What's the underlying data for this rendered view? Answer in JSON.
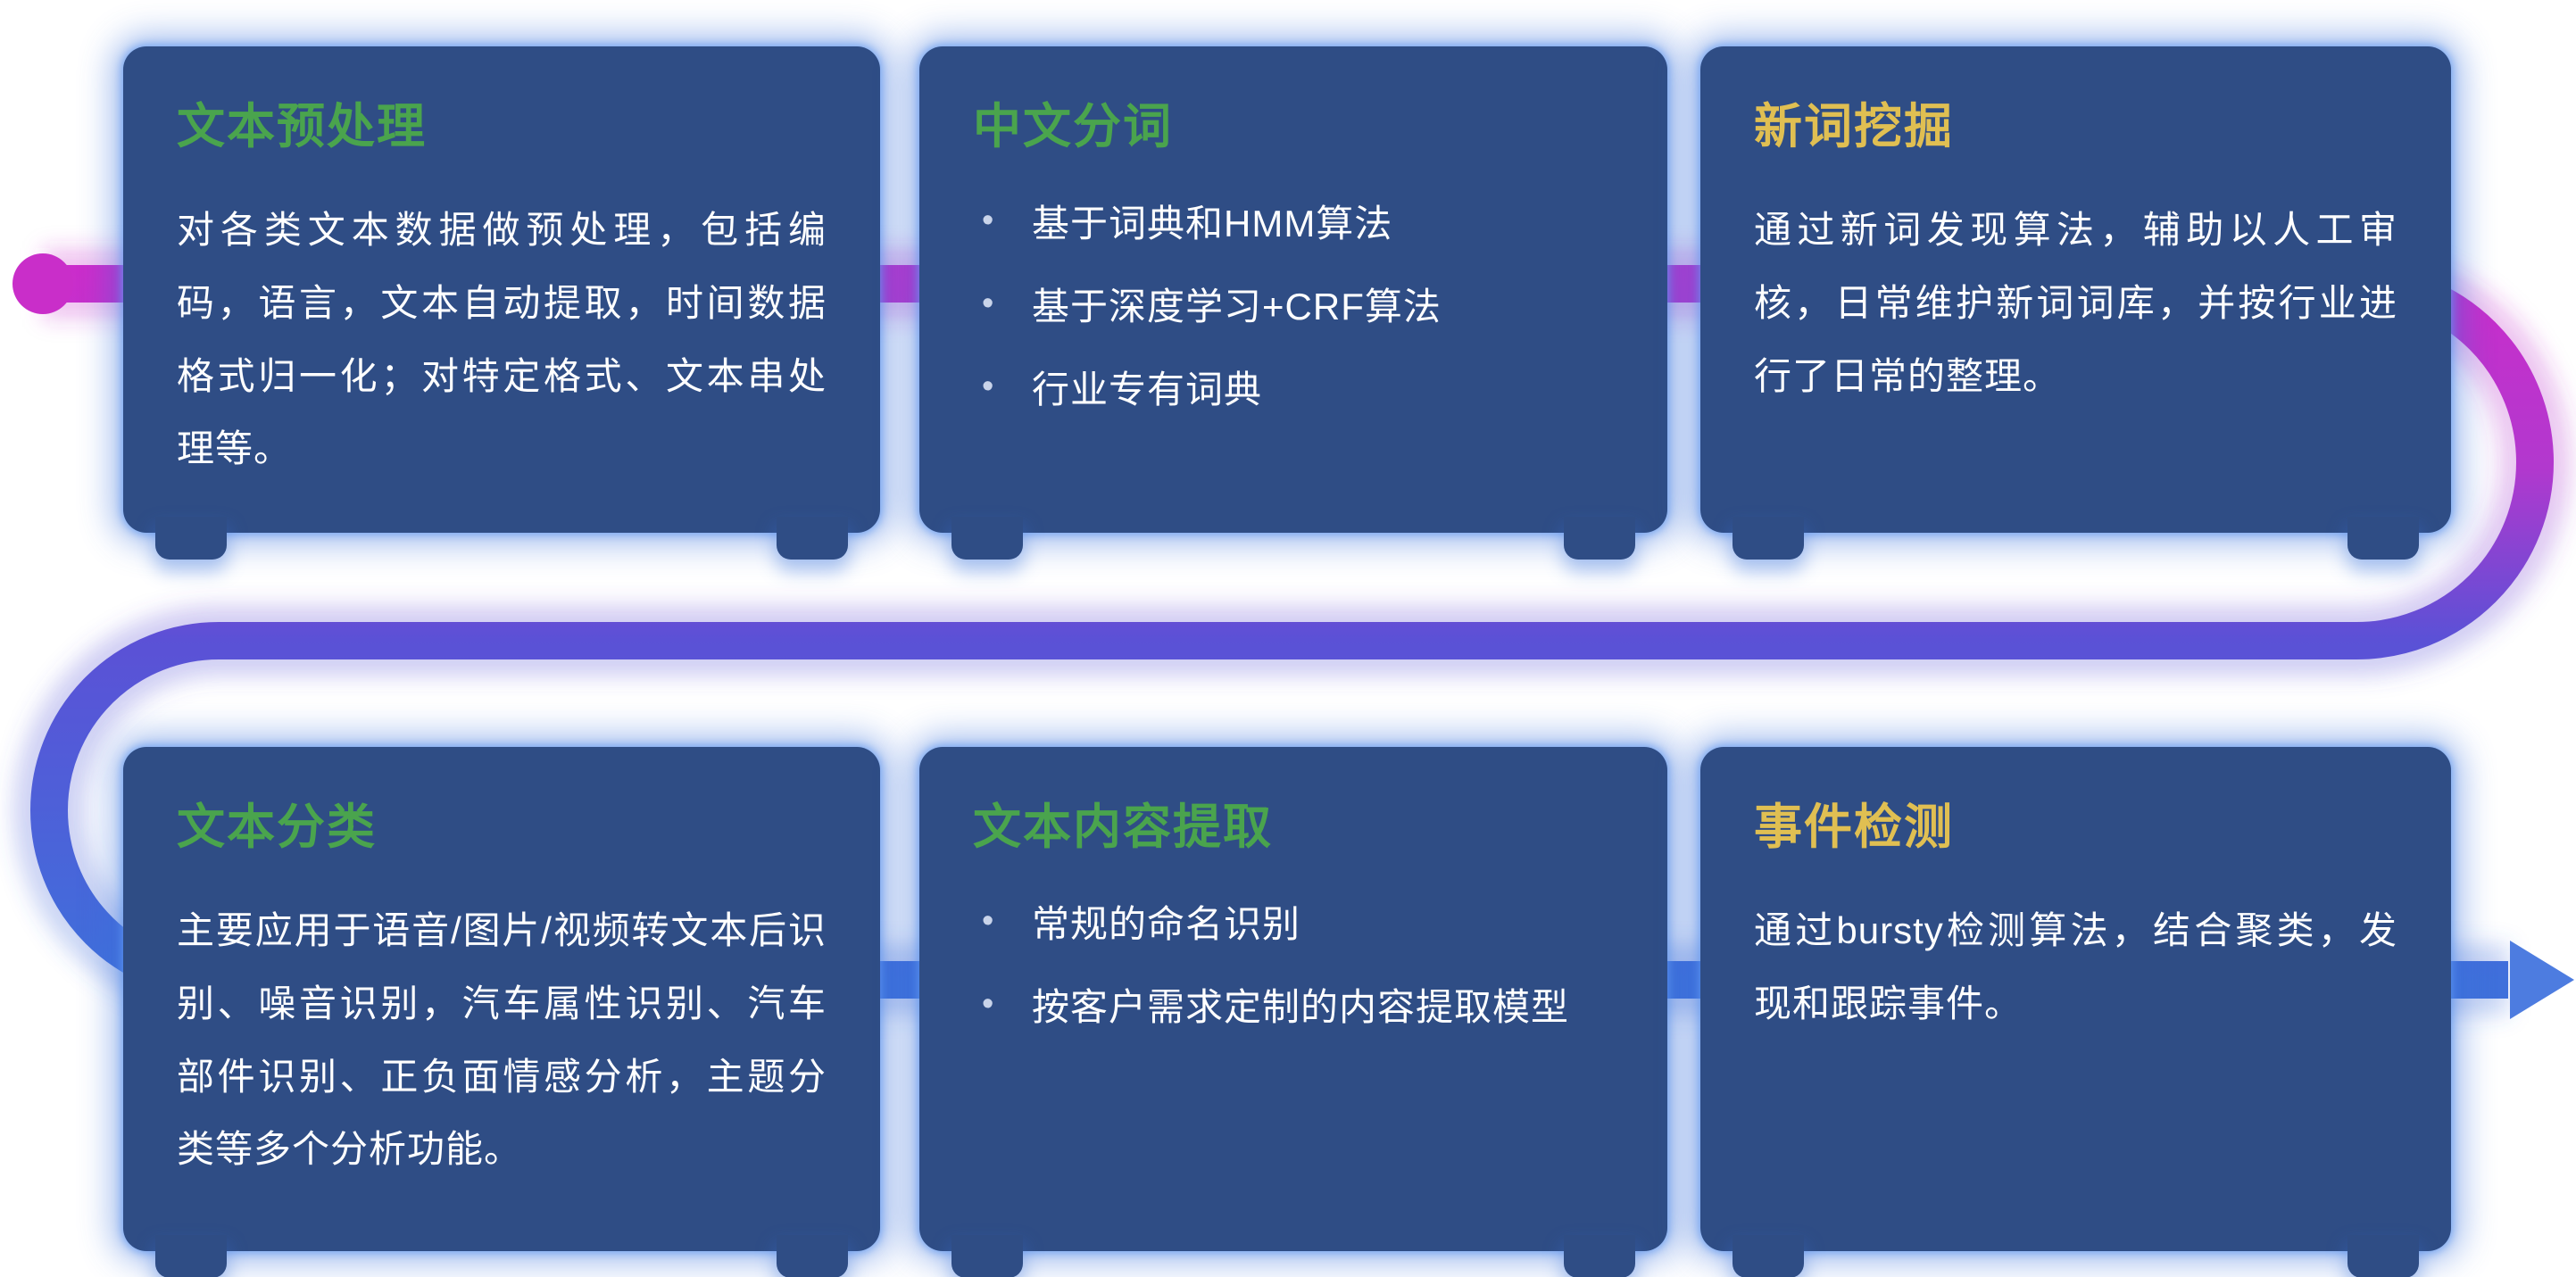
{
  "page": {
    "background": "#ffffff"
  },
  "flow": {
    "start_dot_icon": "flow-start-dot",
    "start_dot_color": "#c92ec9",
    "line_gradient": [
      "#cb2dcb",
      "#b238ce",
      "#5b51d6",
      "#3f70db"
    ],
    "arrow_icon": "arrow-right-icon",
    "arrow_color": "#4d7ce0"
  },
  "colors": {
    "card_bg": "#2f4d85",
    "card_glow": "#3f7ae0",
    "title_green": "#4aa44d",
    "title_yellow": "#e0bf52",
    "body_text": "#ffffff"
  },
  "cards": [
    {
      "id": "text-preprocessing",
      "title": "文本预处理",
      "title_color": "green",
      "type": "paragraph",
      "body": "对各类文本数据做预处理，包括编码，语言，文本自动提取，时间数据格式归一化；对特定格式、文本串处理等。"
    },
    {
      "id": "chinese-word-segmentation",
      "title": "中文分词",
      "title_color": "green",
      "type": "bullets",
      "bullets": [
        "基于词典和HMM算法",
        "基于深度学习+CRF算法",
        "行业专有词典"
      ]
    },
    {
      "id": "new-word-mining",
      "title": "新词挖掘",
      "title_color": "yellow",
      "type": "paragraph",
      "body": "通过新词发现算法，辅助以人工审核，日常维护新词词库，并按行业进行了日常的整理。"
    },
    {
      "id": "text-classification",
      "title": "文本分类",
      "title_color": "green",
      "type": "paragraph",
      "body": "主要应用于语音/图片/视频转文本后识别、噪音识别，汽车属性识别、汽车部件识别、正负面情感分析，主题分类等多个分析功能。"
    },
    {
      "id": "text-content-extraction",
      "title": "文本内容提取",
      "title_color": "green",
      "type": "bullets",
      "bullets": [
        "常规的命名识别",
        "按客户需求定制的内容提取模型"
      ]
    },
    {
      "id": "event-detection",
      "title": "事件检测",
      "title_color": "yellow",
      "type": "paragraph",
      "body": "通过bursty检测算法，结合聚类，发现和跟踪事件。"
    }
  ]
}
